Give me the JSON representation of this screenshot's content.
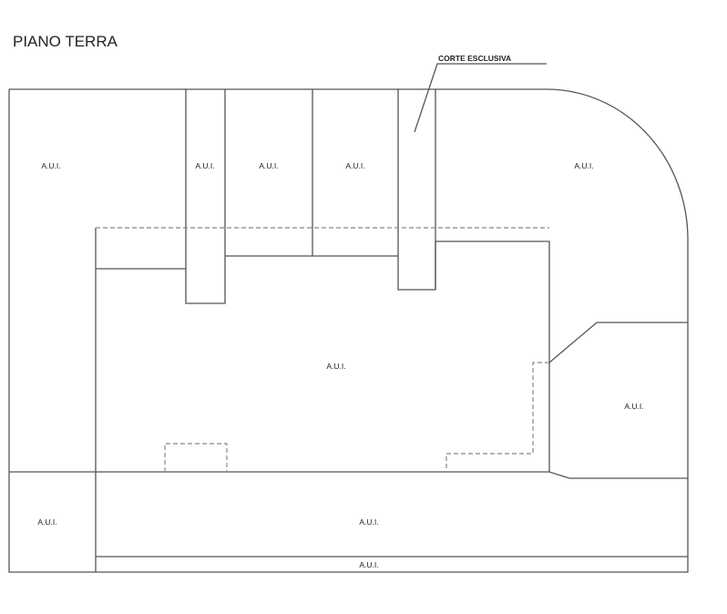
{
  "title": "PIANO TERRA",
  "annotation": "CORTE ESCLUSIVA",
  "rooms": [
    {
      "id": "top-left",
      "label": "A.U.I."
    },
    {
      "id": "strip-1",
      "label": "A.U.I."
    },
    {
      "id": "box-2",
      "label": "A.U.I."
    },
    {
      "id": "box-3",
      "label": "A.U.I."
    },
    {
      "id": "top-right",
      "label": "A.U.I."
    },
    {
      "id": "main",
      "label": "A.U.I."
    },
    {
      "id": "right",
      "label": "A.U.I."
    },
    {
      "id": "bottom-left",
      "label": "A.U.I."
    },
    {
      "id": "bottom",
      "label": "A.U.I."
    },
    {
      "id": "bottom-strip",
      "label": "A.U.I."
    }
  ]
}
